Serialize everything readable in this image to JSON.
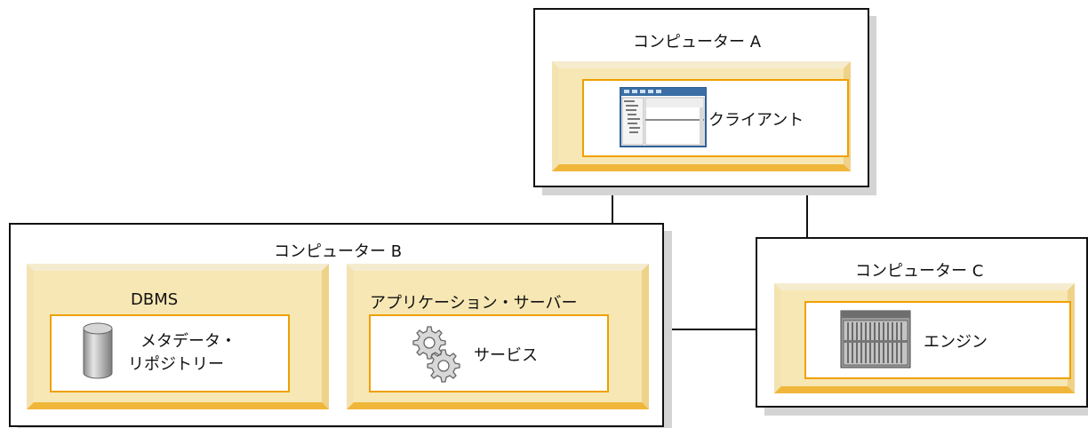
{
  "computers": {
    "a": {
      "title": "コンピューター A",
      "component": "クライアント",
      "icon": "client-window-icon"
    },
    "b": {
      "title": "コンピューター B",
      "dbms": {
        "title": "DBMS",
        "component_line1": "メタデータ・",
        "component_line2": "リポジトリー",
        "icon": "database-cylinder-icon"
      },
      "app_server": {
        "title": "アプリケーション・サーバー",
        "component": "サービス",
        "icon": "gears-icon"
      }
    },
    "c": {
      "title": "コンピューター C",
      "component": "エンジン",
      "icon": "server-rack-icon"
    }
  },
  "colors": {
    "border": "#111111",
    "shadow": "#d4d4d4",
    "panel": "#f7e7b4",
    "panel_bottom": "#f0b63a",
    "inner_border": "#f0a000"
  }
}
